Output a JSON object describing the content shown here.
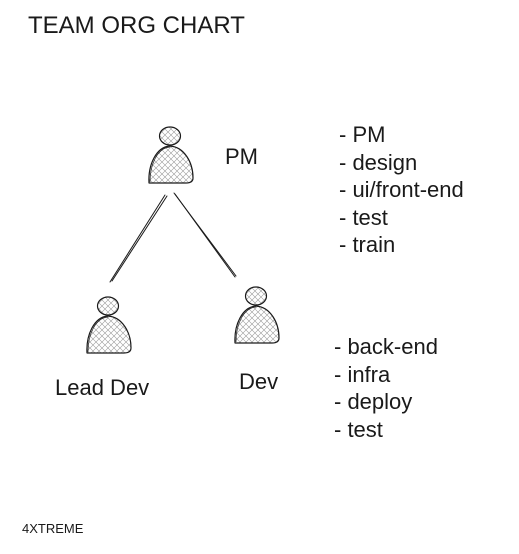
{
  "title": "TEAM ORG CHART",
  "nodes": {
    "pm": {
      "label": "PM",
      "duties": [
        "- PM",
        "- design",
        "- ui/front-end",
        "- test",
        "- train"
      ]
    },
    "lead_dev": {
      "label": "Lead Dev"
    },
    "dev": {
      "label": "Dev",
      "duties": [
        "- back-end",
        "- infra",
        "- deploy",
        "- test"
      ]
    }
  },
  "footer": "4XTREME",
  "colors": {
    "stroke": "#1a1a1a",
    "hatch": "#9a9a9a"
  },
  "icons": [
    "person-icon"
  ]
}
